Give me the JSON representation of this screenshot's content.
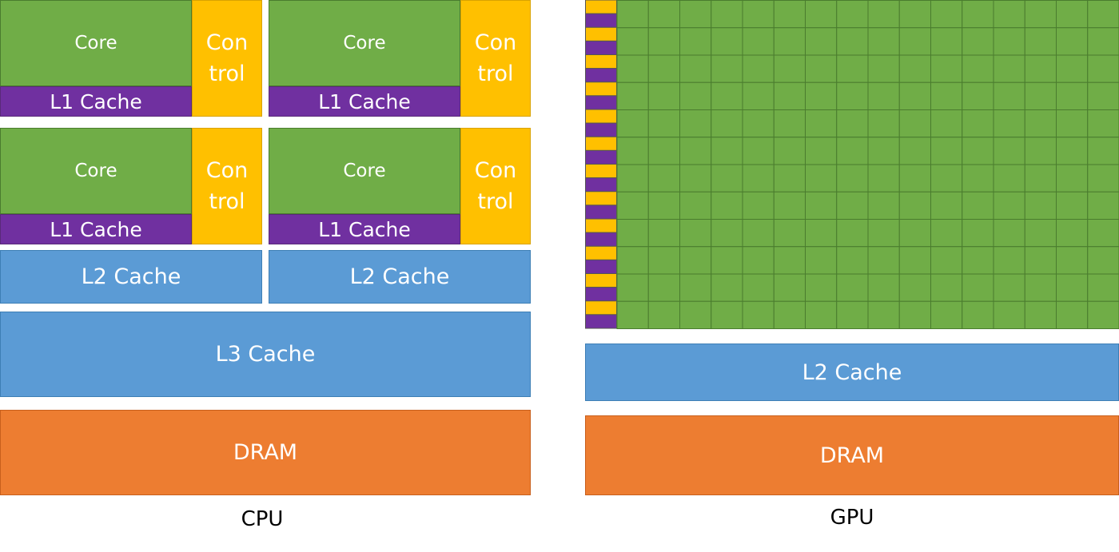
{
  "colors": {
    "core": "#70ad47",
    "l1": "#7030a0",
    "control": "#ffc000",
    "cache": "#5b9bd5",
    "dram": "#ed7d31",
    "grid_line": "#4a7c2e"
  },
  "cpu": {
    "caption": "CPU",
    "core_label": "Core",
    "l1_label": "L1 Cache",
    "control_label_top": "Con",
    "control_label_bottom": "trol",
    "l2_label": "L2 Cache",
    "l3_label": "L3 Cache",
    "dram_label": "DRAM"
  },
  "gpu": {
    "caption": "GPU",
    "l2_label": "L2 Cache",
    "dram_label": "DRAM",
    "core_columns": 16,
    "core_rows": 12
  }
}
